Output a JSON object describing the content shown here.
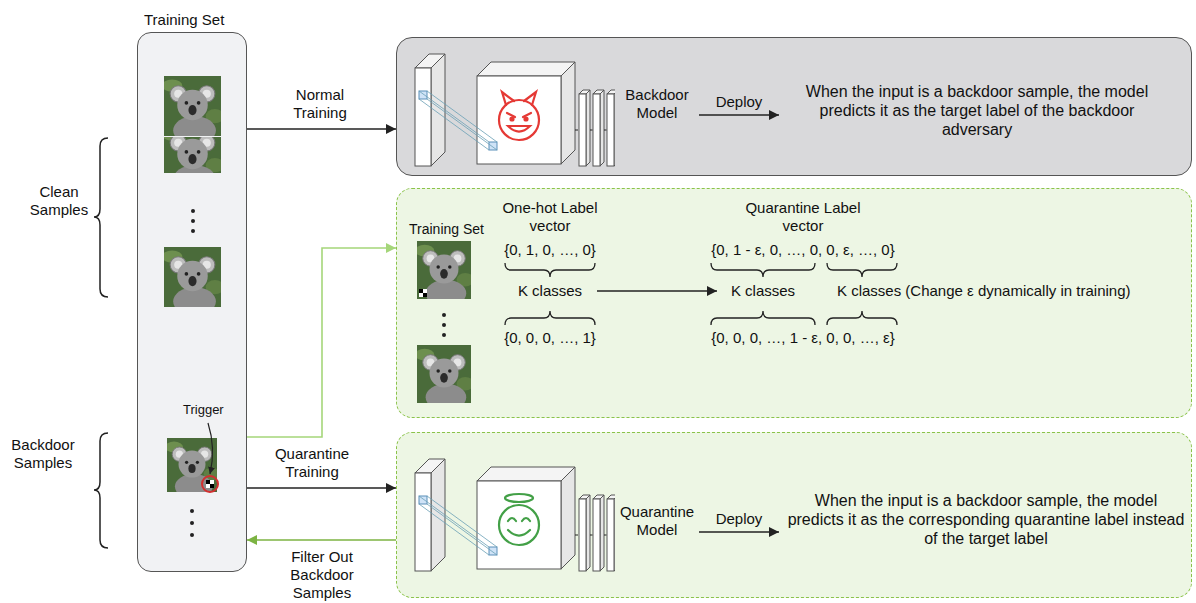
{
  "diagram": {
    "nodes": [
      {
        "text": [
          "Training Set"
        ]
      },
      {
        "text": [
          "Backdoor Model",
          "Deploy",
          "When the input is a backdoor sample, the model predicts it as the target label of the backdoor adversary"
        ]
      },
      {
        "text": [
          "Training Set",
          "One-hot Label vector",
          "{0, 1, 0, …, 0}",
          "K classes",
          "{0, 0, 0, …, 1}",
          "Quarantine Label vector",
          "{0, 1 - ε, 0, …, 0, 0, ε, …, 0}",
          "K classes",
          "K classes (Change ε dynamically in training)",
          "{0, 0, 0, …, 1 - ε, 0, 0, …, ε}"
        ]
      },
      {
        "text": [
          "Quarantine Model",
          "Deploy",
          "When the input is a backdoor sample, the model predicts it as the corresponding quarantine label instead of the target label"
        ]
      }
    ],
    "edges": [
      {
        "from": 0,
        "to": 1,
        "label": "Normal Training",
        "arrow": "to"
      },
      {
        "from": 0,
        "to": 2,
        "arrow": "to"
      },
      {
        "from": 0,
        "to": 3,
        "label": "Quarantine Training",
        "arrow": "to"
      },
      {
        "from": 3,
        "to": 0,
        "label": "Filter Out Backdoor Samples",
        "arrow": "to"
      }
    ],
    "labels": [
      "Clean Samples",
      "Backdoor Samples",
      "Trigger"
    ]
  }
}
